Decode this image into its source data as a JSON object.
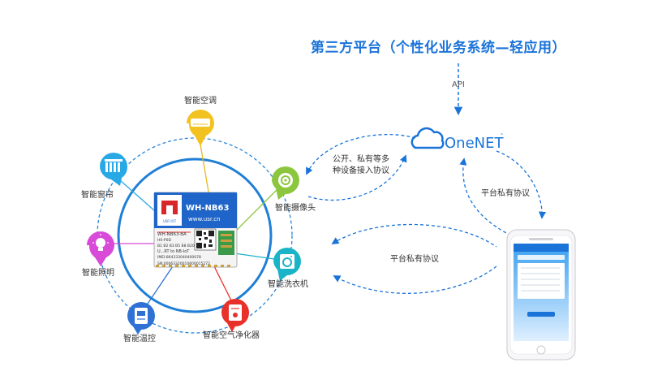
{
  "title": "第三方平台（个性化业务系统—轻应用）",
  "api_label": "API",
  "platform_name": "OneNET",
  "platform_tm": "™",
  "protocol_left_line1": "公开、私有等多",
  "protocol_left_line2": "种设备接入协议",
  "protocol_right": "平台私有协议",
  "protocol_bottom": "平台私有协议",
  "module": {
    "brand": "USR IOT",
    "model": "WH-NB63",
    "url": "www.usr.cn",
    "part": "WH-NB63-BA",
    "hw": "H0-P0D",
    "bands": "B1 B2 B3 B5 B8 B20",
    "desc": "U...RT to NB-IoT",
    "imei": "IMEI:864333040400078",
    "sn": "SN:00063320010600015272"
  },
  "devices": [
    {
      "name": "智能空调",
      "color": "#f2c320",
      "icon": "ac-icon"
    },
    {
      "name": "智能摄像头",
      "color": "#8cc63e",
      "icon": "camera-icon"
    },
    {
      "name": "智能洗衣机",
      "color": "#1bb3c7",
      "icon": "washer-icon"
    },
    {
      "name": "智能空气净化器",
      "color": "#e8312a",
      "icon": "purifier-icon"
    },
    {
      "name": "智能温控",
      "color": "#2f71d4",
      "icon": "thermostat-icon"
    },
    {
      "name": "智能照明",
      "color": "#d84ad8",
      "icon": "bulb-icon"
    },
    {
      "name": "智能窗帘",
      "color": "#29a8e6",
      "icon": "curtain-icon"
    }
  ],
  "colors": {
    "title": "#1a73d9",
    "dash": "#1a73d9",
    "circle": "#1a7fd6",
    "module_blue": "#1f64c8",
    "onenet": "#1a73d9"
  }
}
